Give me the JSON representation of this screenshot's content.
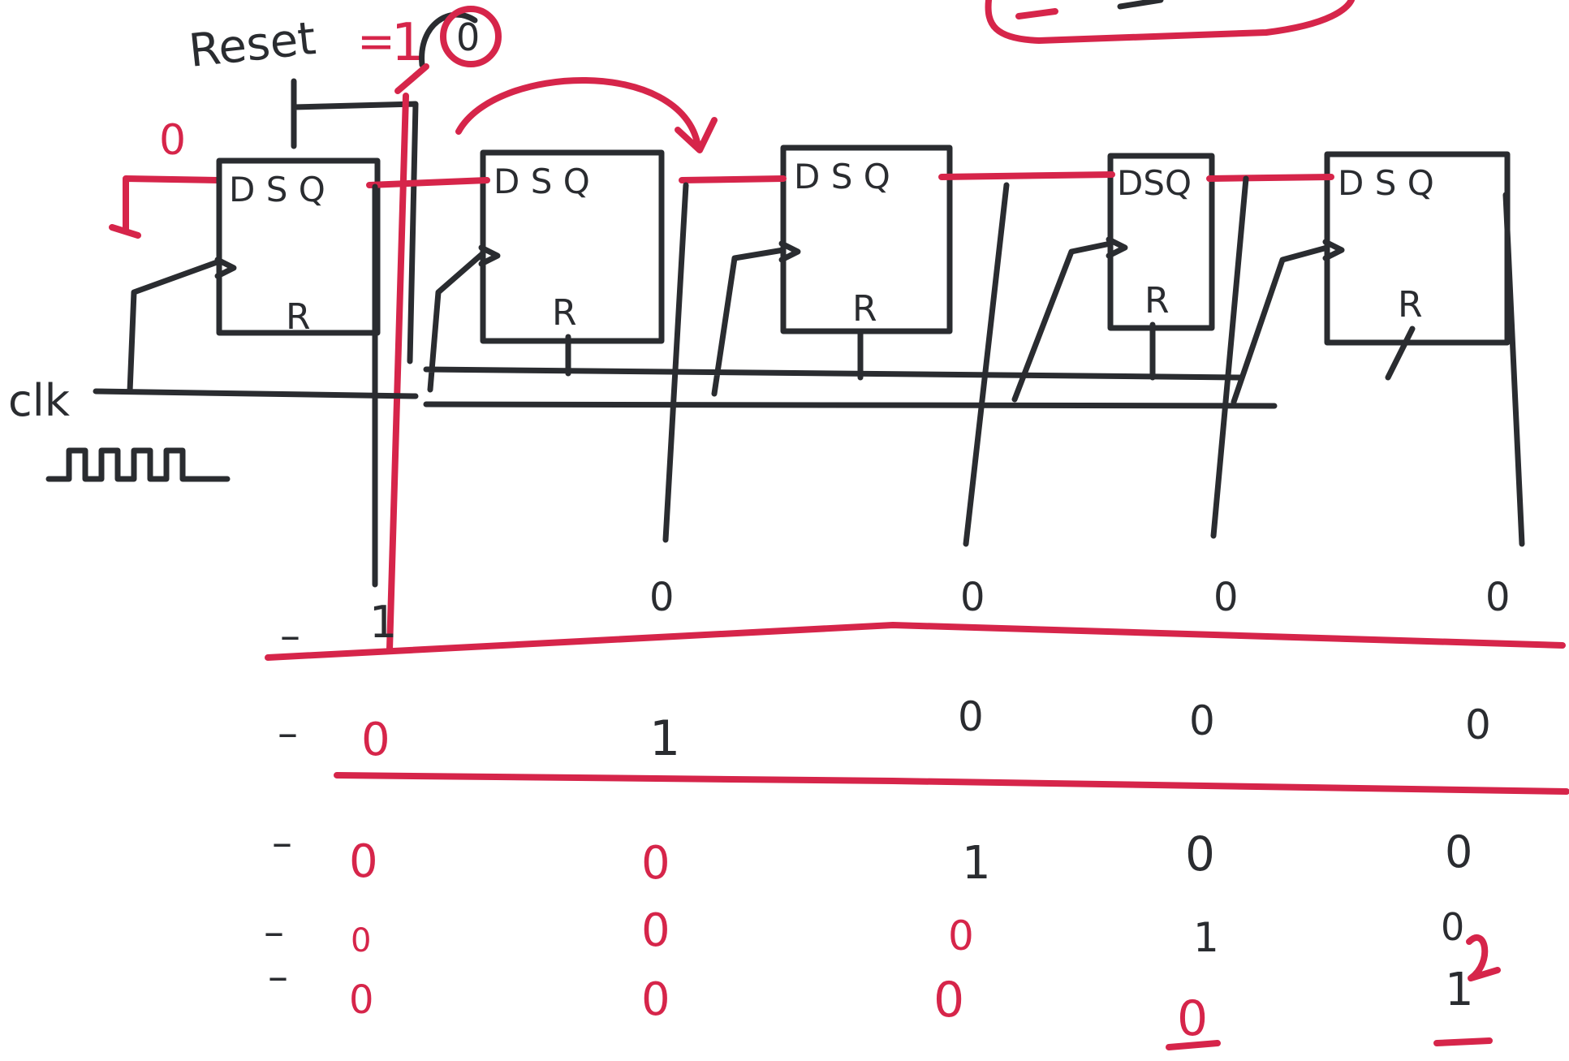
{
  "colors": {
    "ink": "#2a2c30",
    "red_pen": "#d6254a",
    "paper": "#ffffff"
  },
  "labels": {
    "reset": "Reset",
    "reset_eq": "=",
    "reset_value": "1",
    "reset_arrow_to": "0",
    "first_d_value": "0",
    "clk": "clk"
  },
  "flipflop_pins": {
    "d": "D",
    "s": "S",
    "q": "Q",
    "r": "R"
  },
  "flipflops": [
    {
      "id": "ff1",
      "pins": "D S Q"
    },
    {
      "id": "ff2",
      "pins": "D S Q"
    },
    {
      "id": "ff3",
      "pins": "D S Q"
    },
    {
      "id": "ff4",
      "pins": "DSQ"
    },
    {
      "id": "ff5",
      "pins": "D S Q"
    }
  ],
  "table": {
    "rows": [
      {
        "marker": "–",
        "values": [
          "1",
          "0",
          "0",
          "0",
          "0"
        ]
      },
      {
        "marker": "–",
        "values": [
          "0",
          "1",
          "0",
          "0",
          "0"
        ]
      },
      {
        "marker": "–",
        "values": [
          "0",
          "0",
          "1",
          "0",
          "0"
        ]
      },
      {
        "marker": "–",
        "values": [
          "0",
          "0",
          "0",
          "1",
          "0"
        ]
      },
      {
        "marker": "–",
        "values": [
          "0",
          "0",
          "0",
          "0",
          "1"
        ]
      }
    ]
  }
}
